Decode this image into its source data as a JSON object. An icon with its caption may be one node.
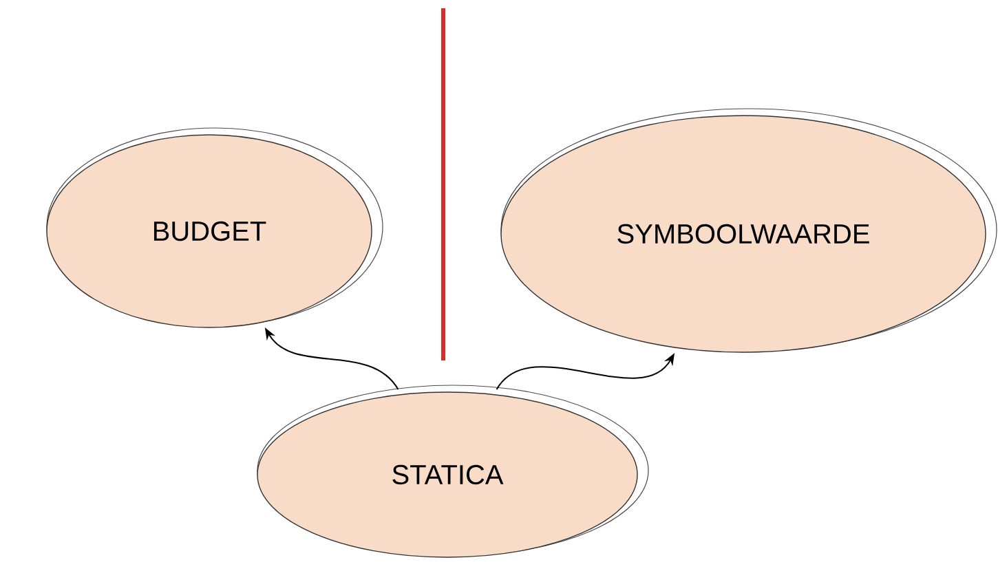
{
  "diagram": {
    "nodes": [
      {
        "text": [
          "BUDGET"
        ]
      },
      {
        "text": [
          "SYMBOOLWAARDE"
        ]
      },
      {
        "text": [
          "STATICA"
        ]
      }
    ],
    "edges": [
      {
        "from": 2,
        "to": 0,
        "arrow": "to"
      },
      {
        "from": 2,
        "to": 1,
        "arrow": "to"
      }
    ]
  }
}
